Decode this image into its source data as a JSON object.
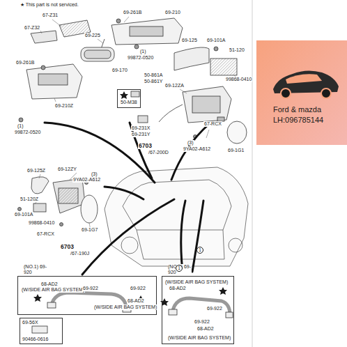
{
  "diagram": {
    "nodes": [
      {
        "text": [
          "50-M38"
        ]
      },
      {
        "text": [
          "Ford & mazda",
          "LH:096785144"
        ]
      },
      {
        "text": [
          "(NO.1) 69-920"
        ]
      },
      {
        "text": [
          "(NO.2) 69-920"
        ]
      },
      {
        "text": [
          "69-56X",
          "90466-0616"
        ]
      }
    ],
    "labels": [
      "★ This part is not serviced.",
      "67-Z31",
      "69-261B",
      "69-210",
      "67-Z32",
      "69-225",
      "(1)",
      "99872-0520",
      "69-261B",
      "69-170",
      "69-125",
      "69-101A",
      "51-120",
      "50-861A",
      "50-861Y",
      "99868-0410",
      "69-210Z",
      "69-12ZA",
      "(1)",
      "99872-0520",
      "69-231X",
      "69-231Y",
      "6703",
      "/67-200D",
      "(3)",
      "9YA02-A612",
      "67-RCX",
      "69-1G1",
      "69-125Z",
      "69-12ZY",
      "(3)",
      "9YA02-A612",
      "51-120Z",
      "69-101A",
      "99868-0410",
      "67-RCX",
      "69-1G7",
      "6703",
      "/67-190J",
      "1",
      "1",
      "68-AD2",
      "(W/SIDE AIR BAG SYSTEM)",
      "69-922",
      "69-922",
      "68-AD2",
      "(W/SIDE AIR BAG SYSTEM)",
      "(W/SIDE AIR BAG SYSTEM)",
      "68-AD2",
      "69-922",
      "69-922",
      "68-AD2",
      "(W/SIDE AIR BAG SYSTEM)"
    ]
  }
}
